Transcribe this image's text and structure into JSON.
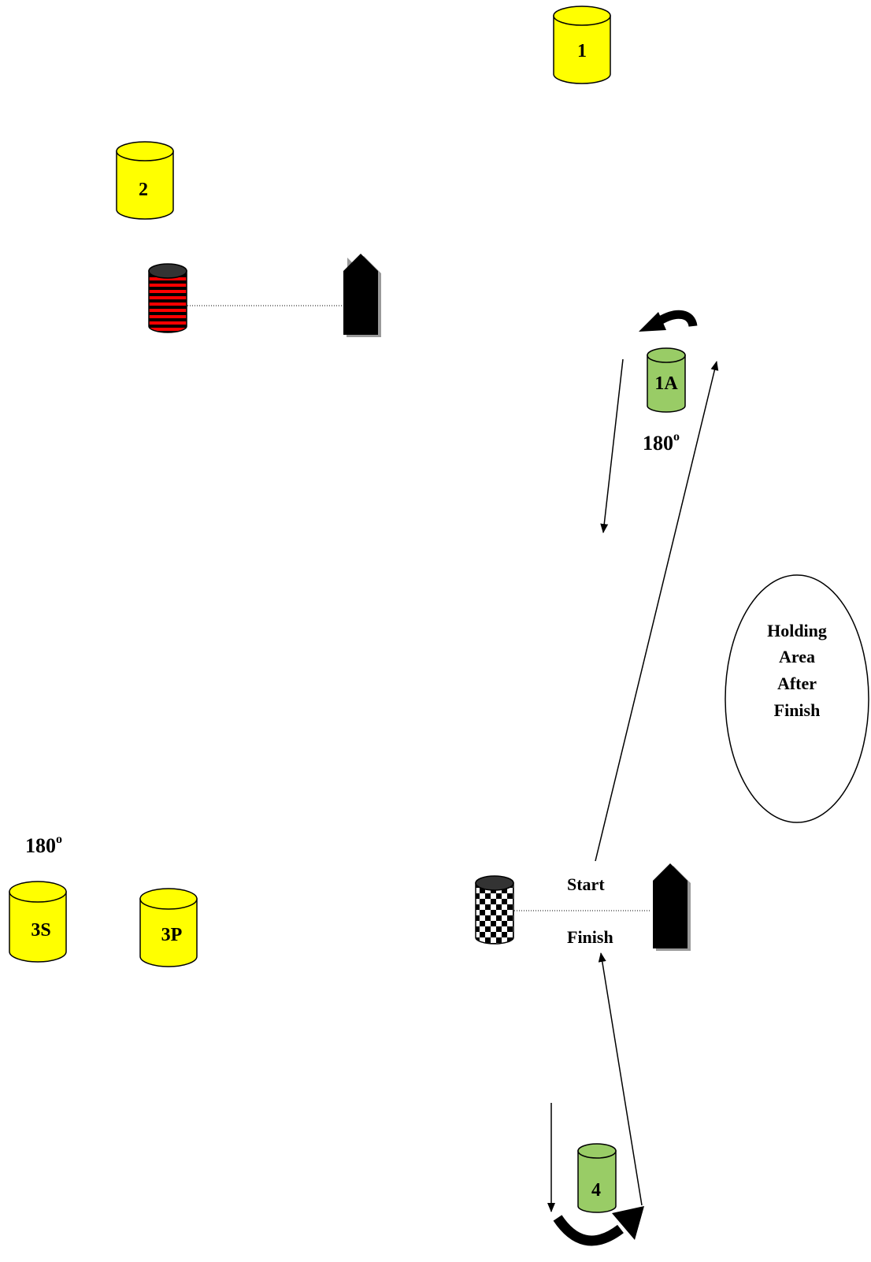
{
  "buoys": {
    "b1": {
      "label": "1",
      "color": "#ffff00"
    },
    "b2": {
      "label": "2",
      "color": "#ffff00"
    },
    "b1a": {
      "label": "1A",
      "color": "#99cc66"
    },
    "b4": {
      "label": "4",
      "color": "#99cc66"
    },
    "b3s": {
      "label": "3S",
      "color": "#ffff00"
    },
    "b3p": {
      "label": "3P",
      "color": "#ffff00"
    }
  },
  "labels": {
    "turn_1a": "180",
    "turn_1a_sup": "o",
    "turn_3": "180",
    "turn_3_sup": "o",
    "start": "Start",
    "finish": "Finish"
  },
  "holding_area": {
    "lines": [
      "Holding",
      "Area",
      "After",
      "Finish"
    ]
  },
  "colors": {
    "red_stripe": "#ff0000",
    "dark_cap": "#333333",
    "boat": "#000000",
    "shadow": "#999999"
  }
}
